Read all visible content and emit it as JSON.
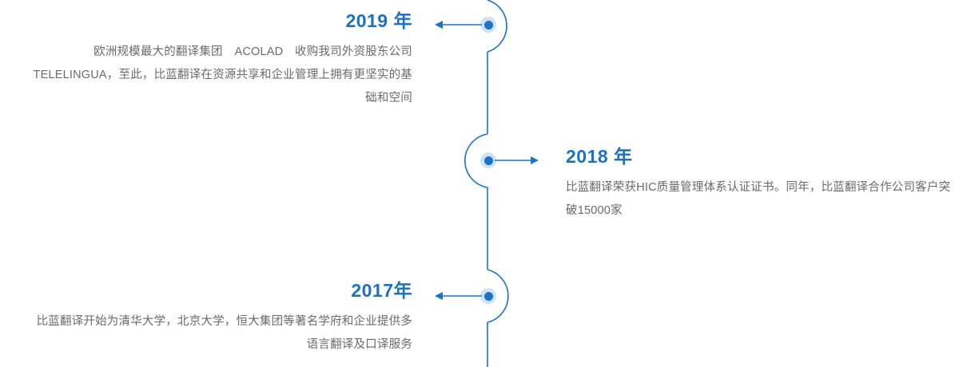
{
  "theme": {
    "accent_color": "#1b73bf",
    "line_color": "#1a74c4",
    "dot_color": "#1a74c4",
    "dot_halo_color": "rgba(41,128,201,0.22)",
    "text_color": "#6a6a6a",
    "background_color": "#ffffff"
  },
  "timeline": {
    "milestones": [
      {
        "id": "2019",
        "year_label": "2019 年",
        "description": "欧洲规模最大的翻译集团　ACOLAD　收购我司外资股东公司TELELINGUA，至此，比蓝翻译在资源共享和企业管理上拥有更坚实的基础和空间",
        "side": "left",
        "arrow_direction": "left",
        "arc_bulge": "right"
      },
      {
        "id": "2018",
        "year_label": "2018 年",
        "description": "比蓝翻译荣获HIC质量管理体系认证证书。同年，比蓝翻译合作公司客户突破15000家",
        "side": "right",
        "arrow_direction": "right",
        "arc_bulge": "left"
      },
      {
        "id": "2017",
        "year_label": "2017年",
        "description": "比蓝翻译开始为清华大学，北京大学，恒大集团等著名学府和企业提供多语言翻译及口译服务",
        "side": "left",
        "arrow_direction": "left",
        "arc_bulge": "right"
      }
    ]
  }
}
